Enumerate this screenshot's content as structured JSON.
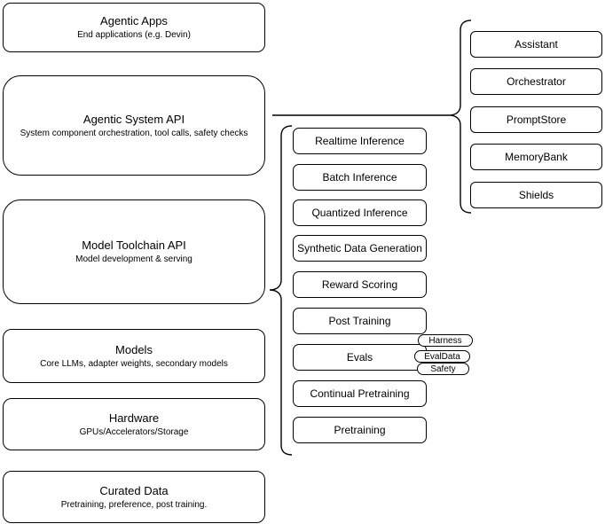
{
  "colors": {
    "stroke": "#000000",
    "fill": "#ffffff",
    "text": "#000000",
    "background": "#ffffff"
  },
  "stack": [
    {
      "title": "Agentic Apps",
      "subtitle": "End applications (e.g. Devin)"
    },
    {
      "title": "Agentic System API",
      "subtitle": "System component orchestration, tool calls, safety checks"
    },
    {
      "title": "Model Toolchain API",
      "subtitle": "Model development & serving"
    },
    {
      "title": "Models",
      "subtitle": "Core LLMs, adapter weights, secondary models"
    },
    {
      "title": "Hardware",
      "subtitle": "GPUs/Accelerators/Storage"
    },
    {
      "title": "Curated Data",
      "subtitle": "Pretraining, preference, post training."
    }
  ],
  "toolchain_components": [
    "Realtime Inference",
    "Batch Inference",
    "Quantized Inference",
    "Synthetic Data Generation",
    "Reward Scoring",
    "Post Training",
    "Evals",
    "Continual Pretraining",
    "Pretraining"
  ],
  "eval_tags": [
    "Harness",
    "EvalData",
    "Safety"
  ],
  "system_components": [
    "Assistant",
    "Orchestrator",
    "PromptStore",
    "MemoryBank",
    "Shields"
  ]
}
